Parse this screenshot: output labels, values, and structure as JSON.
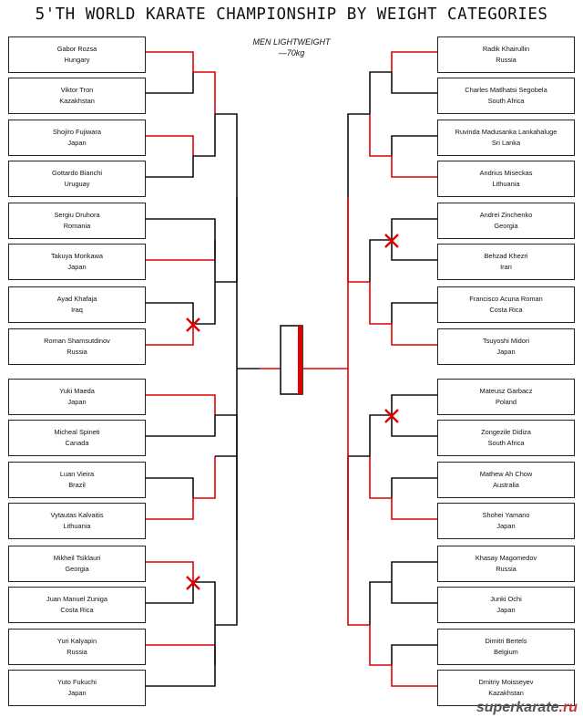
{
  "title": "5'TH WORLD KARATE CHAMPIONSHIP BY WEIGHT CATEGORIES",
  "category": {
    "line1": "MEN  LIGHTWEIGHT",
    "line2": "—70kg"
  },
  "colors": {
    "winner": "#e00000",
    "line": "#111111",
    "mark": "#e00000"
  },
  "left": [
    {
      "name": "Gabor Rozsa",
      "country": "Hungary"
    },
    {
      "name": "Viktor Tron",
      "country": "Kazakhstan"
    },
    {
      "name": "Shojiro Fujiwara",
      "country": "Japan"
    },
    {
      "name": "Gottardo Bianchi",
      "country": "Uruguay"
    },
    {
      "name": "Sergiu Druhora",
      "country": "Romania"
    },
    {
      "name": "Takuya Morikawa",
      "country": "Japan"
    },
    {
      "name": "Ayad Khafaja",
      "country": "Iraq"
    },
    {
      "name": "Roman Shamsutdinov",
      "country": "Russia"
    },
    {
      "name": "Yuki Maeda",
      "country": "Japan"
    },
    {
      "name": "Micheal Spineti",
      "country": "Canada"
    },
    {
      "name": "Luan Vieira",
      "country": "Brazil"
    },
    {
      "name": "Vytautas Kalvaitis",
      "country": "Lithuania"
    },
    {
      "name": "Mikheil Tsiklauri",
      "country": "Georgia"
    },
    {
      "name": "Juan Manuel Zuniga",
      "country": "Costa Rica"
    },
    {
      "name": "Yuri Kalyapin",
      "country": "Russia"
    },
    {
      "name": "Yuto Fukuchi",
      "country": "Japan"
    }
  ],
  "right": [
    {
      "name": "Radik Khairullin",
      "country": "Russia"
    },
    {
      "name": "Charles Matlhatsi Segobela",
      "country": "South Africa"
    },
    {
      "name": "Ruvinda Madusanka Lankahaluge",
      "country": "Sri Lanka"
    },
    {
      "name": "Andrius Miseckas",
      "country": "Lithuania"
    },
    {
      "name": "Andrei Zinchenko",
      "country": "Georgia"
    },
    {
      "name": "Behzad Khezri",
      "country": "Iran"
    },
    {
      "name": "Francisco Acuna Roman",
      "country": "Costa Rica"
    },
    {
      "name": "Tsuyoshi Midori",
      "country": "Japan"
    },
    {
      "name": "Mateusz Garbacz",
      "country": "Poland"
    },
    {
      "name": "Zongezile Didiza",
      "country": "South Africa"
    },
    {
      "name": "Mathew Ah Chow",
      "country": "Australia"
    },
    {
      "name": "Shohei Yamano",
      "country": "Japan"
    },
    {
      "name": "Khasay Magomedov",
      "country": "Russia"
    },
    {
      "name": "Junki Ochi",
      "country": "Japan"
    },
    {
      "name": "Dimitri Bertels",
      "country": "Belgium"
    },
    {
      "name": "Dmitriy Moisseyev",
      "country": "Kazakhstan"
    }
  ],
  "watermark": {
    "text": "superkarate",
    "domain": ".ru"
  }
}
